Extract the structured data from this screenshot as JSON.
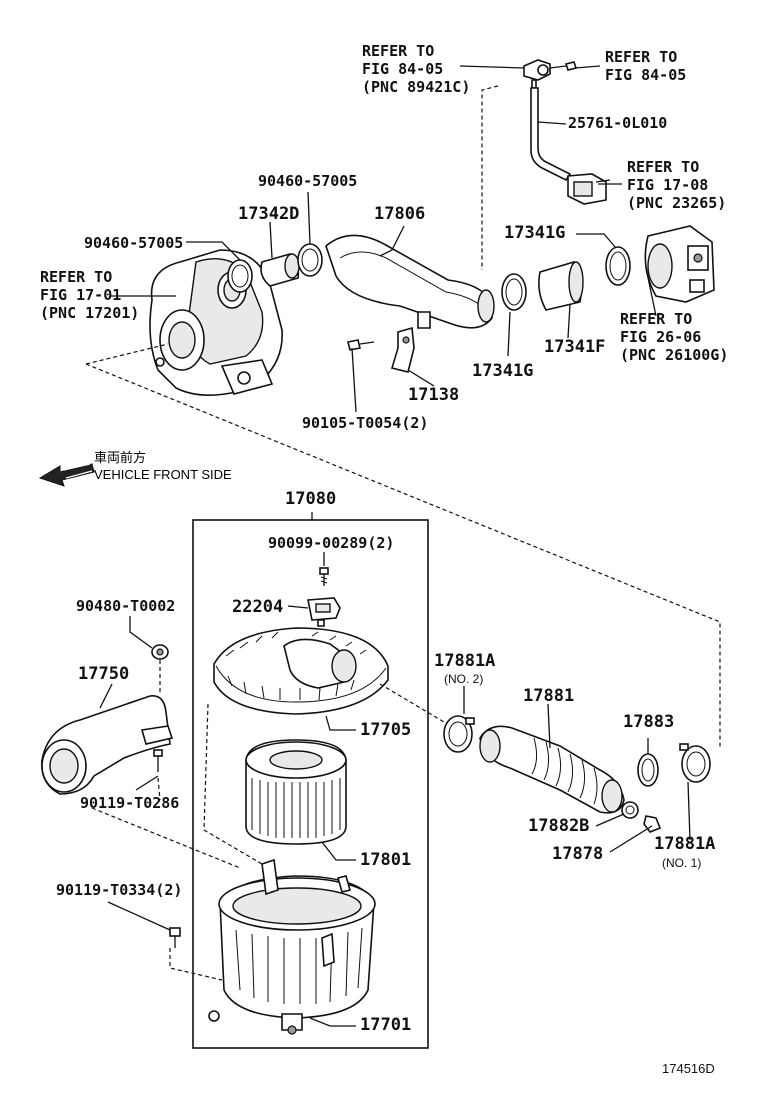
{
  "refs": {
    "fig84_left": [
      "REFER TO",
      "FIG 84-05",
      "(PNC 89421C)"
    ],
    "fig84_right": [
      "REFER TO",
      "FIG 84-05"
    ],
    "fig17_08": [
      "REFER TO",
      "FIG 17-08",
      "(PNC 23265)"
    ],
    "fig17_01": [
      "REFER TO",
      "FIG 17-01",
      "(PNC 17201)"
    ],
    "fig26_06": [
      "REFER TO",
      "FIG 26-06",
      "(PNC 26100G)"
    ]
  },
  "parts": {
    "p25761": "25761-0L010",
    "p90460a": "90460-57005",
    "p90460b": "90460-57005",
    "p17342D": "17342D",
    "p17806": "17806",
    "p17341G_top": "17341G",
    "p17341F": "17341F",
    "p17341G_bottom": "17341G",
    "p17138": "17138",
    "p90105": "90105-T0054(2)",
    "p17080": "17080",
    "p90099": "90099-00289(2)",
    "p22204": "22204",
    "p90480": "90480-T0002",
    "p17750": "17750",
    "p17705": "17705",
    "p17881A_no2": "17881A",
    "no2": "(NO. 2)",
    "p17881": "17881",
    "p17883": "17883",
    "p90119a": "90119-T0286",
    "p17801": "17801",
    "p17882B": "17882B",
    "p17878": "17878",
    "p17881A_no1": "17881A",
    "no1": "(NO. 1)",
    "p90119b": "90119-T0334(2)",
    "p17701": "17701"
  },
  "direction": {
    "jp": "車両前方",
    "en": "VEHICLE FRONT SIDE"
  },
  "diagram_id": "174516D"
}
